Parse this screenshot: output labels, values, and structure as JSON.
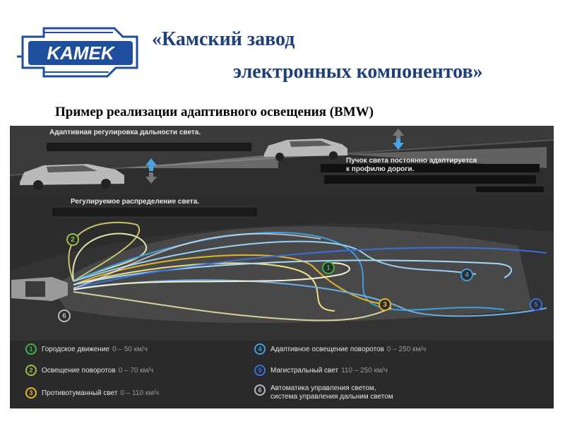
{
  "header": {
    "logo_text": "KAMEK",
    "title_line1": "«Камский завод",
    "title_line2": "электронных компонентов»",
    "subtitle": "Пример реализации адаптивного освещения (BMW)"
  },
  "diagram": {
    "top_label": "Адаптивная регулировка дальности света.",
    "side_label_line1": "Пучок света постоянно адаптируется",
    "side_label_line2": "к профилю дороги.",
    "mid_label": "Регулируемое распределение света.",
    "legend": [
      {
        "num": "1",
        "text": "Городское движение",
        "range": "0 – 50 км/ч",
        "color": "#3fb24a"
      },
      {
        "num": "2",
        "text": "Освещение поворотов",
        "range": "0 – 70 км/ч",
        "color": "#9bc04a"
      },
      {
        "num": "3",
        "text": "Противотуманный свет",
        "range": "0 – 110 км/ч",
        "color": "#e2b52e"
      },
      {
        "num": "4",
        "text": "Адаптивное освещение поворотов",
        "range": "0 – 250 км/ч",
        "color": "#3c9fe0"
      },
      {
        "num": "5",
        "text": "Магистральный свет",
        "range": "110 – 250 км/ч",
        "color": "#3a6fd8"
      },
      {
        "num": "6",
        "text": "Автоматика управления светом,",
        "text2": "система управления дальним светом",
        "range": "",
        "color": "#b8b8b8"
      }
    ]
  }
}
